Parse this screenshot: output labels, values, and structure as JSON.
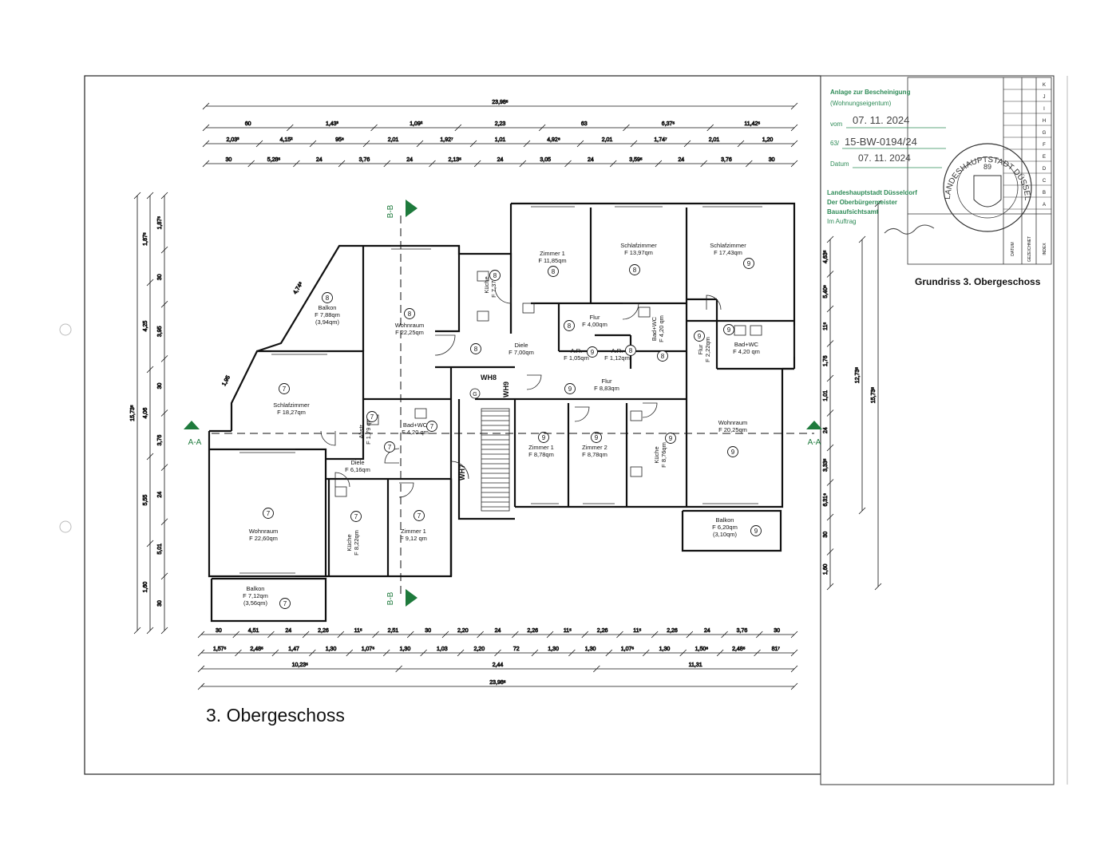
{
  "sheet": {
    "title": "3. Obergeschoss",
    "plan_title": "Grundriss 3. Obergeschoss"
  },
  "stamp": {
    "line1": "Anlage zur Bescheinigung",
    "line2": "(Wohnungseigentum)",
    "vom_label": "vom",
    "vom_date": "07. 11. 2024",
    "az_label": "63/",
    "az_value": "15-BW-0194/24",
    "datum_label": "Datum",
    "datum_value": "07. 11. 2024",
    "authority1": "Landeshauptstadt Düsseldorf",
    "authority2": "Der Oberbürgermeister",
    "authority3": "Bauaufsichtsamt",
    "authority4": "Im Auftrag",
    "seal_text": "LANDESHAUPTSTADT DÜSSELDORF",
    "seal_number": "89",
    "color": "#2e8b57"
  },
  "titleblock": {
    "letters": [
      "K",
      "J",
      "I",
      "H",
      "G",
      "F",
      "E",
      "D",
      "C",
      "B",
      "A"
    ],
    "col_datum": "DATUM",
    "col_gez": "GEZEICHNET",
    "col_index": "INDEX"
  },
  "sections": {
    "aa": "A-A",
    "bb": "B-B",
    "stair_color": "#1e7a3c"
  },
  "rooms": [
    {
      "id": "balkon-8",
      "name": "Balkon",
      "area": "F 7,88qm",
      "extra": "(3,94qm)",
      "unit": "8"
    },
    {
      "id": "wohnraum-8",
      "name": "Wohnraum",
      "area": "F 22,25qm",
      "unit": "8"
    },
    {
      "id": "kueche-8",
      "name": "Küche",
      "area": "F 7,37qm",
      "unit": "8"
    },
    {
      "id": "zimmer1-8",
      "name": "Zimmer 1",
      "area": "F 11,85qm",
      "unit": "8"
    },
    {
      "id": "schlaf-8",
      "name": "Schlafzimmer",
      "area": "F 13,97qm",
      "unit": "8"
    },
    {
      "id": "schlaf-9",
      "name": "Schlafzimmer",
      "area": "F 17,43qm",
      "unit": "9"
    },
    {
      "id": "diele-8",
      "name": "Diele",
      "area": "F 7,00qm",
      "unit": "8"
    },
    {
      "id": "flur-8",
      "name": "Flur",
      "area": "F 4,00qm",
      "unit": "8"
    },
    {
      "id": "ar-9",
      "name": "A.R.",
      "area": "F 1,05qm",
      "unit": "9"
    },
    {
      "id": "ar-8",
      "name": "A.R.",
      "area": "F 1,12qm",
      "unit": "8"
    },
    {
      "id": "badwc-8",
      "name": "Bad+WC",
      "area": "F 4,20 qm",
      "unit": "8"
    },
    {
      "id": "flur-9a",
      "name": "Flur",
      "area": "F 2,22qm",
      "unit": "9"
    },
    {
      "id": "badwc-9",
      "name": "Bad+WC",
      "area": "F 4,20 qm",
      "unit": "9"
    },
    {
      "id": "flur-9b",
      "name": "Flur",
      "area": "F 8,83qm",
      "unit": "9"
    },
    {
      "id": "schlaf-7",
      "name": "Schlafzimmer",
      "area": "F 18,27qm",
      "unit": "7"
    },
    {
      "id": "abstell-7",
      "name": "Abstr.",
      "area": "F 1,79 qm",
      "unit": "7"
    },
    {
      "id": "badwc-7",
      "name": "Bad+WC",
      "area": "F 4,20 qm",
      "unit": "7"
    },
    {
      "id": "zimmer1-9",
      "name": "Zimmer 1",
      "area": "F 8,78qm",
      "unit": "9"
    },
    {
      "id": "zimmer2-9",
      "name": "Zimmer 2",
      "area": "F 8,78qm",
      "unit": "9"
    },
    {
      "id": "kueche-9",
      "name": "Küche",
      "area": "F 8,76qm",
      "unit": "9"
    },
    {
      "id": "wohnraum-9",
      "name": "Wohnraum",
      "area": "F 20,25qm",
      "unit": "9"
    },
    {
      "id": "diele-7",
      "name": "Diele",
      "area": "F 6,16qm",
      "unit": "7"
    },
    {
      "id": "wohnraum-7",
      "name": "Wohnraum",
      "area": "F 22,60qm",
      "unit": "7"
    },
    {
      "id": "kueche-7",
      "name": "Küche",
      "area": "F 8,22qm",
      "unit": "7"
    },
    {
      "id": "zimmer1-7",
      "name": "Zimmer 1",
      "area": "F 9,12 qm",
      "unit": "7"
    },
    {
      "id": "balkon-9",
      "name": "Balkon",
      "area": "F 6,20qm",
      "extra": "(3,10qm)",
      "unit": "9"
    },
    {
      "id": "balkon-7",
      "name": "Balkon",
      "area": "F 7,12qm",
      "extra": "(3,56qm)",
      "unit": "7"
    }
  ],
  "labels": {
    "wh7": "WH7",
    "wh8": "WH8",
    "wh9": "WH9",
    "stair_unit": "G"
  },
  "dims": {
    "total": "23,98⁵",
    "top_row1": [
      "60",
      "1,43³",
      "1,09²",
      "2,23",
      "63",
      "6,37⁵",
      "11,42⁵"
    ],
    "top_row2": [
      "2,03³",
      "4,15²",
      "95⁸",
      "2,01",
      "1,92⁷",
      "1,01",
      "4,92⁸",
      "2,01",
      "1,74⁷",
      "2,01",
      "1,20"
    ],
    "top_row3": [
      "30",
      "5,28⁵",
      "24",
      "3,76",
      "24",
      "2,13⁵",
      "24",
      "3,05",
      "24",
      "3,59⁵",
      "24",
      "3,76",
      "30"
    ],
    "bot_row1": [
      "30",
      "4,51",
      "24",
      "2,26",
      "11⁵",
      "2,51",
      "30",
      "2,20",
      "24",
      "2,26",
      "11⁵",
      "2,26",
      "11⁵",
      "2,26",
      "24",
      "3,76",
      "30"
    ],
    "bot_row2": [
      "1,57⁵",
      "2,48⁵",
      "1,47",
      "1,30",
      "1,07⁵",
      "1,30",
      "1,03",
      "2,20",
      "72",
      "1,30",
      "1,30",
      "1,07⁵",
      "1,30",
      "1,50⁸",
      "2,48⁵",
      "81⁷"
    ],
    "bot_row3": [
      "10,23⁵",
      "2,44",
      "11,31"
    ],
    "left_total": "15,73⁵",
    "left_a": [
      "1,87⁵",
      "4,25",
      "4,06",
      "5,55",
      "1,60"
    ],
    "left_b": [
      "1,87⁵",
      "30",
      "3,95",
      "30",
      "3,76",
      "24",
      "5,01",
      "30"
    ],
    "right_a": [
      "4,63⁵",
      "5,40⁹",
      "11⁵",
      "1,76",
      "1,01",
      "24",
      "3,33⁵",
      "6,31⁸",
      "30",
      "1,60"
    ],
    "right_total1": "12,73⁵",
    "right_total2": "15,73⁵",
    "diag1": "4,74⁸",
    "diag2": "1,95"
  }
}
